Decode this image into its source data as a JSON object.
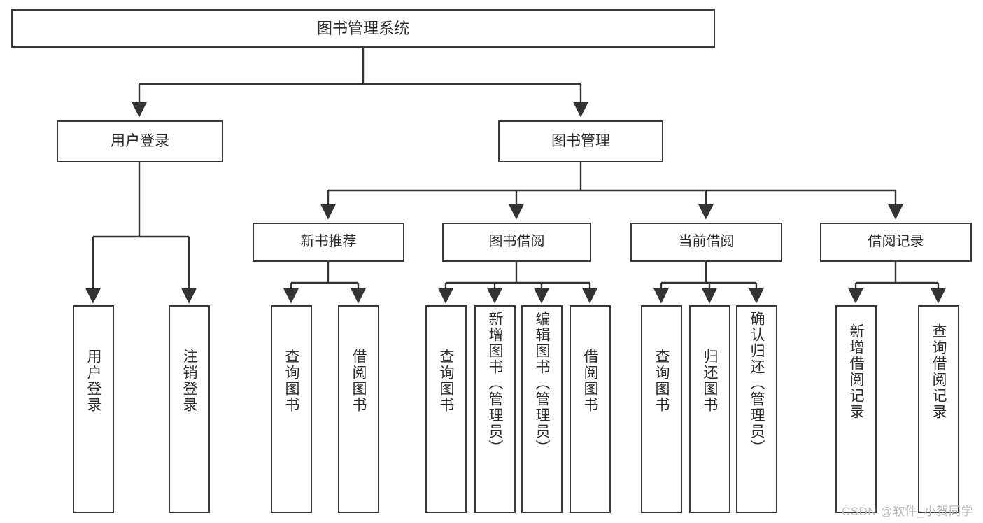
{
  "diagram": {
    "title": "图书管理系统",
    "type": "hierarchy-tree",
    "orientation": "top-down",
    "colors": {
      "node_border": "#3a3a3a",
      "node_fill": "#ffffff",
      "edge": "#333333",
      "text": "#2b2b2b",
      "background": "#ffffff",
      "watermark": "#b9b9b9"
    }
  },
  "root": {
    "label": "图书管理系统"
  },
  "level1": [
    {
      "label": "用户登录"
    },
    {
      "label": "图书管理"
    }
  ],
  "level2": [
    {
      "label": "新书推荐"
    },
    {
      "label": "图书借阅"
    },
    {
      "label": "当前借阅"
    },
    {
      "label": "借阅记录"
    }
  ],
  "leaves": {
    "user_login": [
      {
        "label": "用户登录"
      },
      {
        "label": "注销登录"
      }
    ],
    "new_book_recommend": [
      {
        "label": "查询图书"
      },
      {
        "label": "借阅图书"
      }
    ],
    "book_borrow": [
      {
        "label": "查询图书"
      },
      {
        "label": "新增图书（管理员）"
      },
      {
        "label": "编辑图书（管理员）"
      },
      {
        "label": "借阅图书"
      }
    ],
    "current_borrow": [
      {
        "label": "查询图书"
      },
      {
        "label": "归还图书"
      },
      {
        "label": "确认归还（管理员）"
      }
    ],
    "borrow_record": [
      {
        "label": "新增借阅记录"
      },
      {
        "label": "查询借阅记录"
      }
    ]
  },
  "watermark": {
    "text": "CSDN @软件_小贺同学"
  }
}
